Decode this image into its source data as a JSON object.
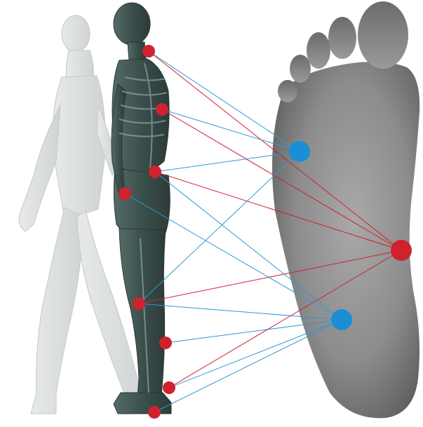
{
  "colors": {
    "body_marker": "#d0212f",
    "foot_marker_large": "#d0212f",
    "foot_marker_blue": "#1a8fd6",
    "red_line": "#d0212f",
    "blue_line": "#2e9ad4",
    "ghost_body": "#d9dcdc",
    "skeleton_body": "#3f5552",
    "foot_sole": "#8a8a8a"
  },
  "figures": {
    "ghost": "walking-human-ghost",
    "skeleton": "standing-human-skeleton",
    "foot": "foot-sole"
  }
}
